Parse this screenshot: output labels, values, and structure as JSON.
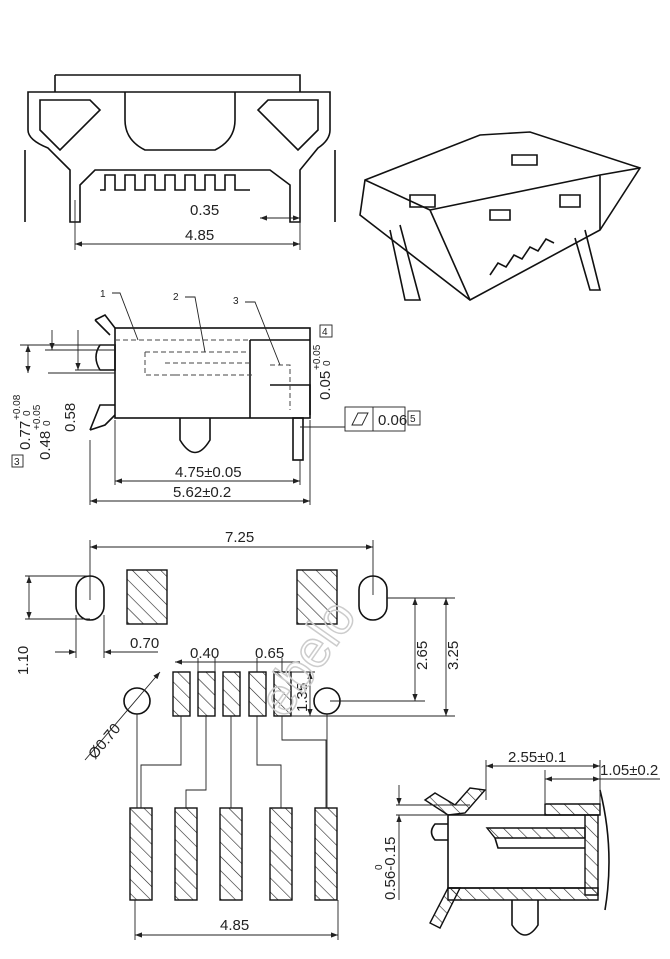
{
  "top_view": {
    "dim_slot": "0.35",
    "dim_width": "4.85"
  },
  "side_view": {
    "callouts": [
      "1",
      "2",
      "3"
    ],
    "note_4": "4",
    "dim_gap": "0.05",
    "dim_gap_tol_plus": "+0.05",
    "dim_gap_tol_minus": "0",
    "flatness_value": "0.06",
    "note_5": "5",
    "note_3": "3",
    "dim_height_a": "0.77",
    "dim_height_a_tol_plus": "+0.08",
    "dim_height_a_tol_minus": "0",
    "dim_height_b": "0.48",
    "dim_height_b_tol_plus": "+0.05",
    "dim_height_b_tol_minus": "0",
    "dim_height_c": "0.58",
    "dim_body": "4.75±0.05",
    "dim_overall": "5.62±0.2"
  },
  "footprint": {
    "dim_span": "7.25",
    "dim_slot_height": "1.10",
    "dim_slot_width": "0.70",
    "dim_pad_width": "0.40",
    "dim_pitch": "0.65",
    "dim_pad_length": "1.35",
    "dim_hole_offset": "2.65",
    "dim_slot_offset": "3.25",
    "dim_hole_dia": "Ø0.70",
    "dim_pad_span": "4.85"
  },
  "section_view": {
    "dim_depth": "2.55±0.1",
    "dim_lip": "1.05±0.2",
    "dim_offset": "0.56-0.15",
    "dim_offset_upper": "0"
  },
  "watermark": "ebelo"
}
